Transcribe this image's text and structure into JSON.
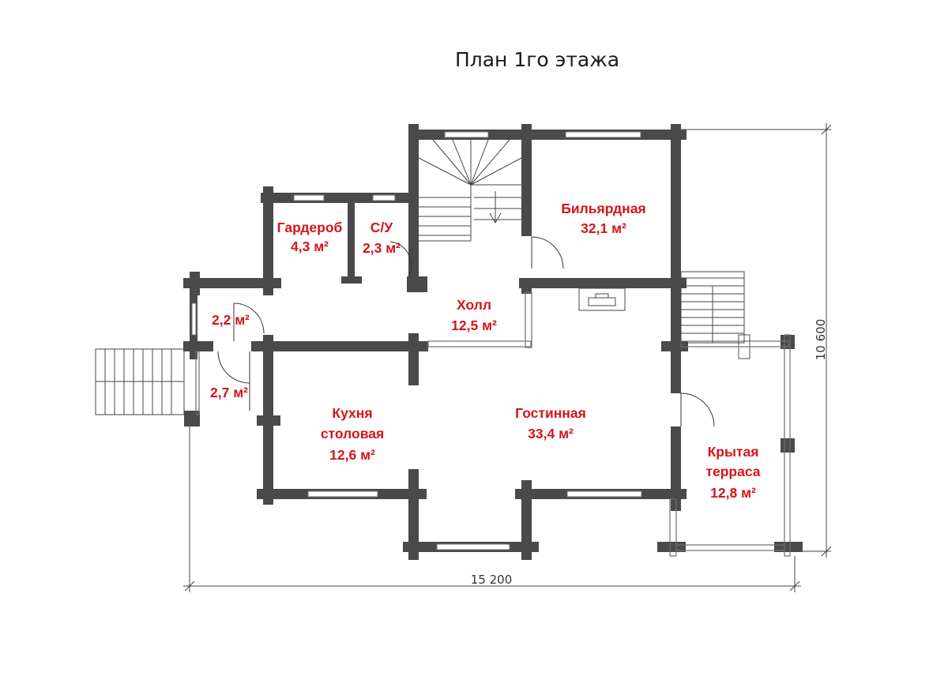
{
  "plan": {
    "title": "План 1го этажа",
    "rooms": [
      {
        "name": "Гардероб",
        "area": "4,3 м²"
      },
      {
        "name": "С/У",
        "area": "2,3 м²"
      },
      {
        "name": "Бильярдная",
        "area": "32,1 м²"
      },
      {
        "name": "",
        "area": "2,2 м²"
      },
      {
        "name": "Холл",
        "area": "12,5 м²"
      },
      {
        "name": "",
        "area": "2,7 м²"
      },
      {
        "name_line1": "Кухня",
        "name_line2": "столовая",
        "area": "12,6 м²"
      },
      {
        "name": "Гостинная",
        "area": "33,4 м²"
      },
      {
        "name_line1": "Крытая",
        "name_line2": "терраса",
        "area": "12,8 м²"
      }
    ],
    "dimensions": {
      "width": "15 200",
      "height": "10 600"
    }
  }
}
